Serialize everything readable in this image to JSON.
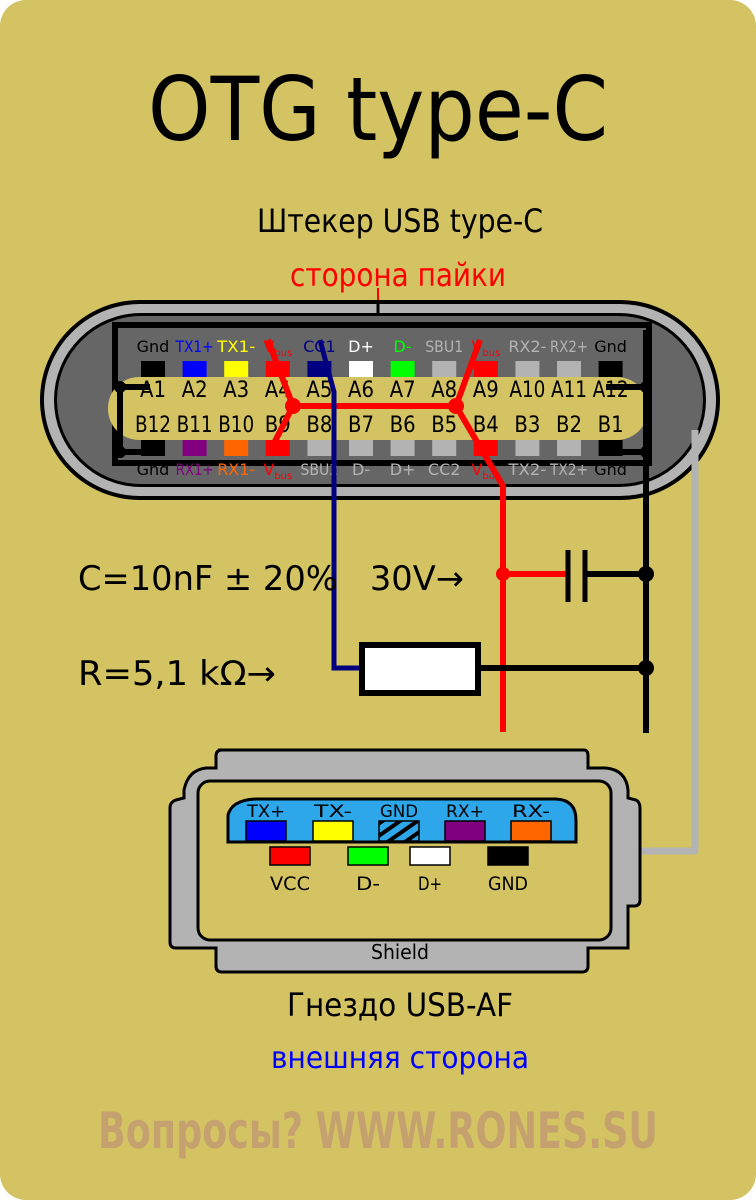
{
  "title": "OTG type-C",
  "plug": {
    "caption": "Штекер USB type-C",
    "side_note": "сторона пайки",
    "top_labels": [
      {
        "text": "Gnd",
        "sub": "",
        "color": "#000000"
      },
      {
        "text": "TX1+",
        "sub": "",
        "color": "#0000ff"
      },
      {
        "text": "TX1-",
        "sub": "",
        "color": "#ffff00"
      },
      {
        "text": "V",
        "sub": "bus",
        "color": "#ff0000"
      },
      {
        "text": "CC1",
        "sub": "",
        "color": "#000080"
      },
      {
        "text": "D+",
        "sub": "",
        "color": "#ffffff"
      },
      {
        "text": "D-",
        "sub": "",
        "color": "#00ff00"
      },
      {
        "text": "SBU1",
        "sub": "",
        "color": "#b3b3b3"
      },
      {
        "text": "V",
        "sub": "bus",
        "color": "#ff0000"
      },
      {
        "text": "RX2-",
        "sub": "",
        "color": "#b3b3b3"
      },
      {
        "text": "RX2+",
        "sub": "",
        "color": "#b3b3b3"
      },
      {
        "text": "Gnd",
        "sub": "",
        "color": "#000000"
      }
    ],
    "bottom_labels": [
      {
        "text": "Gnd",
        "sub": "",
        "color": "#000000"
      },
      {
        "text": "RX1+",
        "sub": "",
        "color": "#800080"
      },
      {
        "text": "RX1-",
        "sub": "",
        "color": "#ff6600"
      },
      {
        "text": "V",
        "sub": "bus",
        "color": "#ff0000"
      },
      {
        "text": "SBU2",
        "sub": "",
        "color": "#b3b3b3"
      },
      {
        "text": "D-",
        "sub": "",
        "color": "#b3b3b3"
      },
      {
        "text": "D+",
        "sub": "",
        "color": "#b3b3b3"
      },
      {
        "text": "CC2",
        "sub": "",
        "color": "#b3b3b3"
      },
      {
        "text": "V",
        "sub": "bus",
        "color": "#ff0000"
      },
      {
        "text": "TX2-",
        "sub": "",
        "color": "#b3b3b3"
      },
      {
        "text": "TX2+",
        "sub": "",
        "color": "#b3b3b3"
      },
      {
        "text": "Gnd",
        "sub": "",
        "color": "#000000"
      }
    ],
    "row_a_pins": [
      "A1",
      "A2",
      "A3",
      "A4",
      "A5",
      "A6",
      "A7",
      "A8",
      "A9",
      "A10",
      "A11",
      "A12"
    ],
    "row_b_pins": [
      "B12",
      "B11",
      "B10",
      "B9",
      "B8",
      "B7",
      "B6",
      "B5",
      "B4",
      "B3",
      "B2",
      "B1"
    ],
    "top_pad_colors": [
      "#000000",
      "#0000ff",
      "#ffff00",
      "#ff0000",
      "#000080",
      "#ffffff",
      "#00ff00",
      "#b3b3b3",
      "#ff0000",
      "#b3b3b3",
      "#b3b3b3",
      "#000000"
    ],
    "bottom_pad_colors": [
      "#000000",
      "#800080",
      "#ff6600",
      "#ff0000",
      "#b3b3b3",
      "#b3b3b3",
      "#b3b3b3",
      "#b3b3b3",
      "#ff0000",
      "#b3b3b3",
      "#b3b3b3",
      "#000000"
    ]
  },
  "components": {
    "capacitor_label": "C=10nF ± 20%   30V→",
    "resistor_label": "R=5,1 kΩ→"
  },
  "socket": {
    "caption": "Гнездо USB-AF",
    "side_note": "внешняя сторона",
    "shield_label": "Shield",
    "upper_contacts": [
      {
        "label": "TX+",
        "color": "#0000ff"
      },
      {
        "label": "TX-",
        "color": "#ffff00"
      },
      {
        "label": "GND",
        "color": "hatched"
      },
      {
        "label": "RX+",
        "color": "#800080"
      },
      {
        "label": "RX-",
        "color": "#ff6600"
      }
    ],
    "lower_contacts": [
      {
        "label": "VCC",
        "color": "#ff0000"
      },
      {
        "label": "D-",
        "color": "#00ff00"
      },
      {
        "label": "D+",
        "color": "#ffffff"
      },
      {
        "label": "GND",
        "color": "#000000"
      }
    ]
  },
  "footer": "Вопросы? WWW.RONES.SU",
  "colors": {
    "background": "#d3c362",
    "vbus_wire": "#ff0000",
    "cc_wire": "#000080",
    "gnd_wire": "#000000",
    "shield_wire": "#b3b3b3",
    "plug_body": "#666666",
    "socket_tongue": "#2ea6ea",
    "footer_text": "#c4a16f",
    "side_note_plug": "#ff0000",
    "side_note_socket": "#0000ff"
  }
}
